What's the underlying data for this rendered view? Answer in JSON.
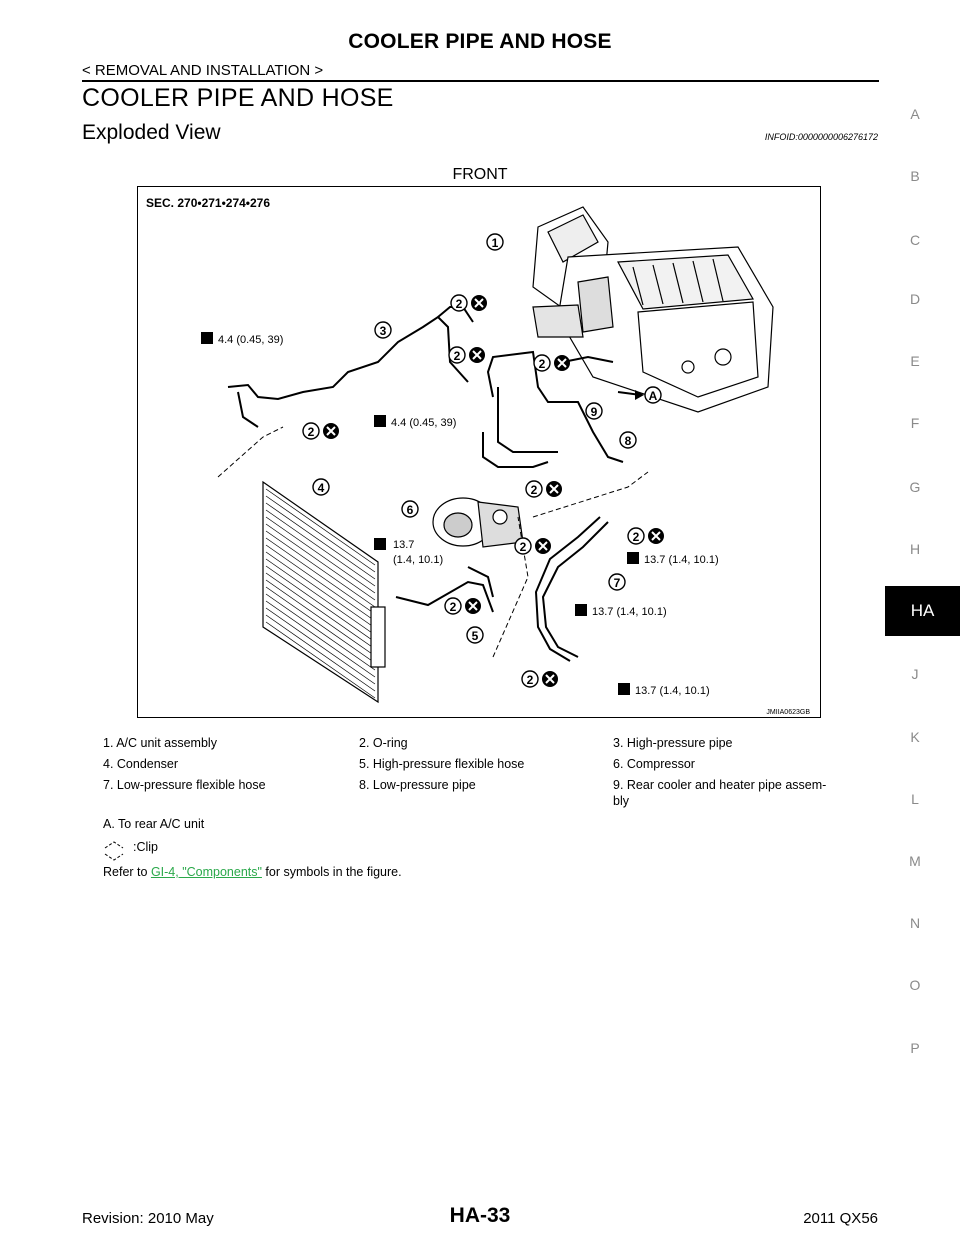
{
  "header": {
    "title": "COOLER PIPE AND HOSE",
    "breadcrumb": "< REMOVAL AND INSTALLATION >"
  },
  "section_title": "COOLER PIPE AND HOSE",
  "subsection": {
    "title": "Exploded View",
    "infoid": "INFOID:0000000006276172"
  },
  "figure": {
    "label": "FRONT",
    "sec": "SEC. 270•271•274•276",
    "torque_44": "4.4 (0.45, 39)",
    "torque_137": "13.7 (1.4, 10.1)",
    "torque_137_line1": "13.7",
    "torque_137_line2": "(1.4, 10.1)",
    "code": "JMIIA0623GB",
    "callouts": [
      "1",
      "2",
      "3",
      "4",
      "5",
      "6",
      "7",
      "8",
      "9",
      "A"
    ]
  },
  "legend": [
    [
      "1. A/C unit assembly",
      "2. O-ring",
      "3. High-pressure pipe"
    ],
    [
      "4. Condenser",
      "5. High-pressure flexible hose",
      "6. Compressor"
    ],
    [
      "7. Low-pressure flexible hose",
      "8. Low-pressure pipe",
      "9. Rear cooler and heater pipe assem-\n    bly"
    ]
  ],
  "note_a": "A. To rear A/C unit",
  "clip_label": ":Clip",
  "refer": {
    "prefix": "Refer to ",
    "link": "GI-4, \"Components\"",
    "suffix": " for symbols in the figure."
  },
  "side_index": [
    "A",
    "B",
    "C",
    "D",
    "E",
    "F",
    "G",
    "H",
    "HA",
    "J",
    "K",
    "L",
    "M",
    "N",
    "O",
    "P"
  ],
  "active_index": "HA",
  "footer": {
    "revision": "Revision: 2010 May",
    "page": "HA-33",
    "model": "2011 QX56"
  }
}
